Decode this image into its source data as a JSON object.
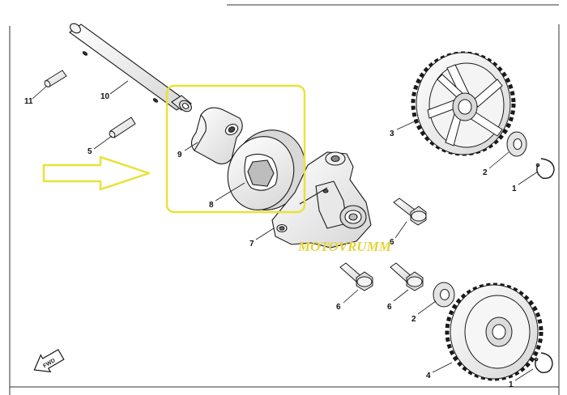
{
  "diagram": {
    "labels": {
      "p11": "11",
      "p10": "10",
      "p5": "5",
      "p9": "9",
      "p8": "8",
      "p7": "7",
      "p6a": "6",
      "p6b": "6",
      "p6c": "6",
      "p3": "3",
      "p2a": "2",
      "p2b": "2",
      "p1a": "1",
      "p1b": "1",
      "p4": "4"
    },
    "watermark": "MOTOVRUMM",
    "fwd": "FWD"
  },
  "colors": {
    "line": "#1a1a1a",
    "highlight": "#e8e23a",
    "arrow": "#e8e23a",
    "watermark": "#e6d23a",
    "fill_light": "#f2f2f2",
    "fill_mid": "#d9d9d9"
  }
}
